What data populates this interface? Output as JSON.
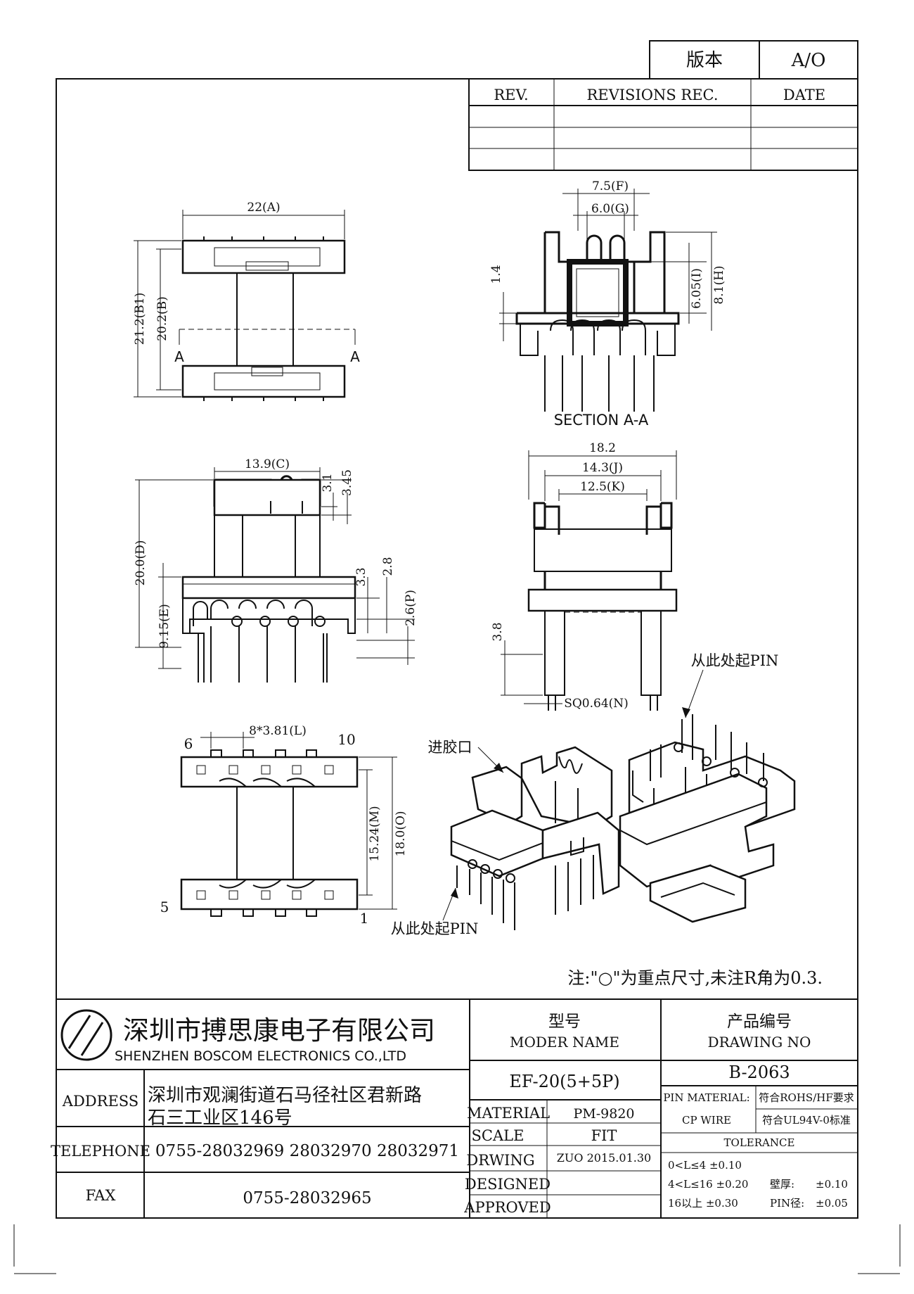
{
  "header": {
    "version_label": "版本",
    "version_value": "A/O",
    "revision_table": {
      "col_rev": "REV.",
      "col_rec": "REVISIONS REC.",
      "col_date": "DATE",
      "rows": [
        [
          "",
          "",
          ""
        ],
        [
          "",
          "",
          ""
        ],
        [
          "",
          "",
          ""
        ]
      ]
    }
  },
  "views": {
    "top": {
      "dim_a": "22(A)",
      "dim_b1": "21.2(B1)",
      "dim_b": "20.2(B)",
      "sec_left": "A",
      "sec_right": "A"
    },
    "section": {
      "title": "SECTION A-A",
      "dim_f": "7.5(F)",
      "dim_g": "6.0(G)",
      "dim_14": "1.4",
      "dim_i": "6.05(I)",
      "dim_h": "8.1(H)"
    },
    "front": {
      "dim_c": "13.9(C)",
      "dim_31": "3.1",
      "dim_345": "3.45",
      "dim_d": "20.0(D)",
      "dim_e": "9.15(E)",
      "dim_33": "3.3",
      "dim_28": "2.8",
      "dim_p": "2.6(P)"
    },
    "side": {
      "dim_182": "18.2",
      "dim_j": "14.3(J)",
      "dim_k": "12.5(K)",
      "dim_38": "3.8",
      "dim_n": "SQ0.64(N)"
    },
    "bottom": {
      "dim_l": "8*3.81(L)",
      "pin6": "6",
      "pin10": "10",
      "pin5": "5",
      "pin1": "1",
      "dim_m": "15.24(M)",
      "dim_o": "18.0(O)"
    },
    "iso": {
      "label_pin_right": "从此处起PIN",
      "label_gate": "进胶口",
      "label_pin_left": "从此处起PIN"
    }
  },
  "note": "注:\"○\"为重点尺寸,未注R角为0.3.",
  "title_block": {
    "company_cn": "深圳市搏思康电子有限公司",
    "company_en": "SHENZHEN BOSCOM ELECTRONICS CO.,LTD",
    "address_label": "ADDRESS",
    "address_line1": "深圳市观澜街道石马径社区君新路",
    "address_line2": "石三工业区146号",
    "telephone_label": "TELEPHONE",
    "telephone": "0755-28032969 28032970 28032971",
    "fax_label": "FAX",
    "fax": "0755-28032965",
    "model_cn": "型号",
    "model_en": "MODER NAME",
    "model_value": "EF-20(5+5P)",
    "drawing_cn": "产品编号",
    "drawing_en": "DRAWING NO",
    "drawing_value": "B-2063",
    "material_label": "MATERIAL",
    "material_value": "PM-9820",
    "scale_label": "SCALE",
    "scale_value": "FIT",
    "drawing_label": "DRWING",
    "drawing_by": "ZUO 2015.01.30",
    "designed_label": "DESIGNED",
    "approved_label": "APPROVED",
    "pin_material_label": "PIN MATERIAL:",
    "pin_material_value": "符合ROHS/HF要求",
    "cp_wire_label": "CP WIRE",
    "cp_wire_value": "符合UL94V-0标准",
    "tolerance_label": "TOLERANCE",
    "tol1": "0<L≤4  ±0.10",
    "tol2": "4<L≤16 ±0.20",
    "tol3": "16以上    ±0.30",
    "wall_label": "壁厚:",
    "wall_value": "±0.10",
    "pin_dia_label": "PIN径:",
    "pin_dia_value": "±0.05"
  }
}
